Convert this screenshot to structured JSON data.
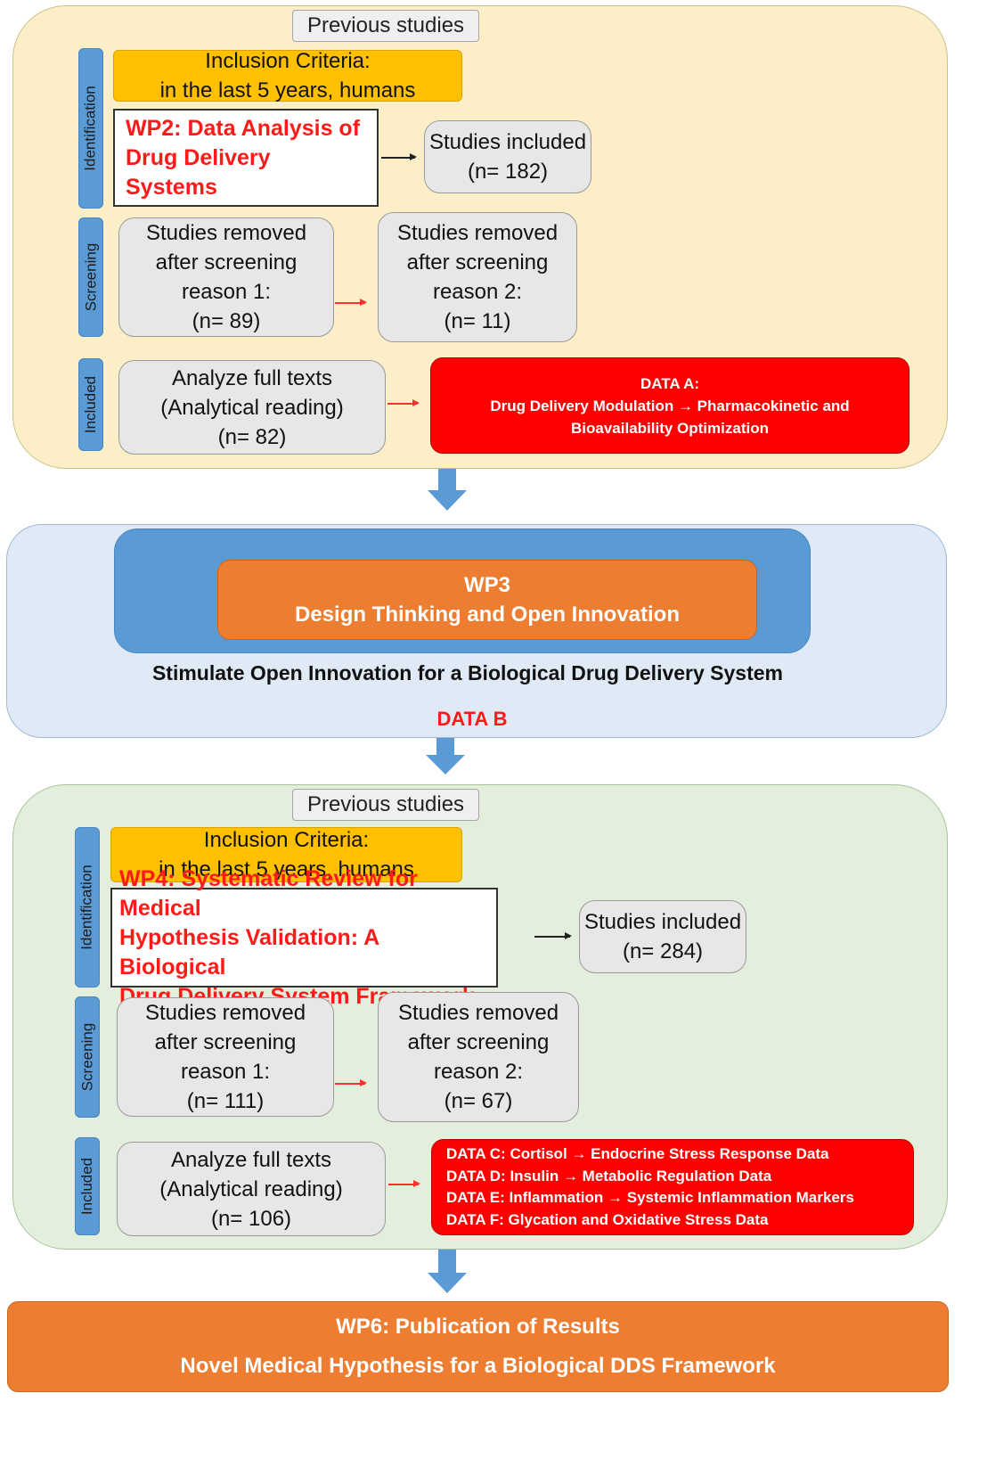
{
  "section1": {
    "previous_studies": "Previous studies",
    "side_identification": "Identification",
    "side_screening": "Screening",
    "side_included": "Included",
    "criteria_line1": "Inclusion Criteria:",
    "criteria_line2": "in the last 5 years, humans",
    "wp_line1": "WP2: Data Analysis of",
    "wp_line2": "Drug Delivery Systems",
    "studies_included_line1": "Studies included",
    "studies_included_line2": "(n= 182)",
    "removed1": [
      "Studies removed",
      "after screening",
      "reason 1:",
      "(n= 89)"
    ],
    "removed2": [
      "Studies removed",
      "after screening",
      "reason 2:",
      "(n= 11)"
    ],
    "fulltext": [
      "Analyze full texts",
      "(Analytical reading)",
      "(n= 82)"
    ],
    "data_a": [
      "DATA A:",
      "Drug Delivery Modulation → Pharmacokinetic and",
      "Bioavailability Optimization"
    ]
  },
  "section2": {
    "wp3_line1": "WP3",
    "wp3_line2": "Design Thinking and Open Innovation",
    "stimulate": "Stimulate Open Innovation for a Biological Drug Delivery System",
    "data_b": "DATA B"
  },
  "section3": {
    "previous_studies": "Previous studies",
    "side_identification": "Identification",
    "side_screening": "Screening",
    "side_included": "Included",
    "criteria_line1": "Inclusion Criteria:",
    "criteria_line2": "in the last 5 years, humans",
    "wp_line1": "WP4: Systematic Review for Medical",
    "wp_line2": "Hypothesis Validation: A Biological",
    "wp_line3": "Drug Delivery System Framework",
    "studies_included_line1": "Studies included",
    "studies_included_line2": "(n= 284)",
    "removed1": [
      "Studies removed",
      "after screening",
      "reason 1:",
      "(n= 111)"
    ],
    "removed2": [
      "Studies removed",
      "after screening",
      "reason 2:",
      "(n= 67)"
    ],
    "fulltext": [
      "Analyze full texts",
      "(Analytical reading)",
      "(n= 106)"
    ],
    "data_list": [
      "DATA C: Cortisol → Endocrine Stress Response Data",
      "DATA D: Insulin → Metabolic Regulation Data",
      "DATA E: Inflammation → Systemic Inflammation Markers",
      "DATA F: Glycation and Oxidative Stress Data"
    ]
  },
  "section4": {
    "wp6_line1": "WP6: Publication of Results",
    "wp6_line2": "Novel Medical Hypothesis for a Biological DDS Framework"
  },
  "colors": {
    "yellow_panel": "#fcefc7",
    "green_panel": "#e3efdc",
    "blue_panel": "#dfeaf6",
    "side_blue": "#5b9bd5",
    "criteria_gold": "#ffc000",
    "orange": "#ed7d31",
    "red": "#ff0000"
  }
}
